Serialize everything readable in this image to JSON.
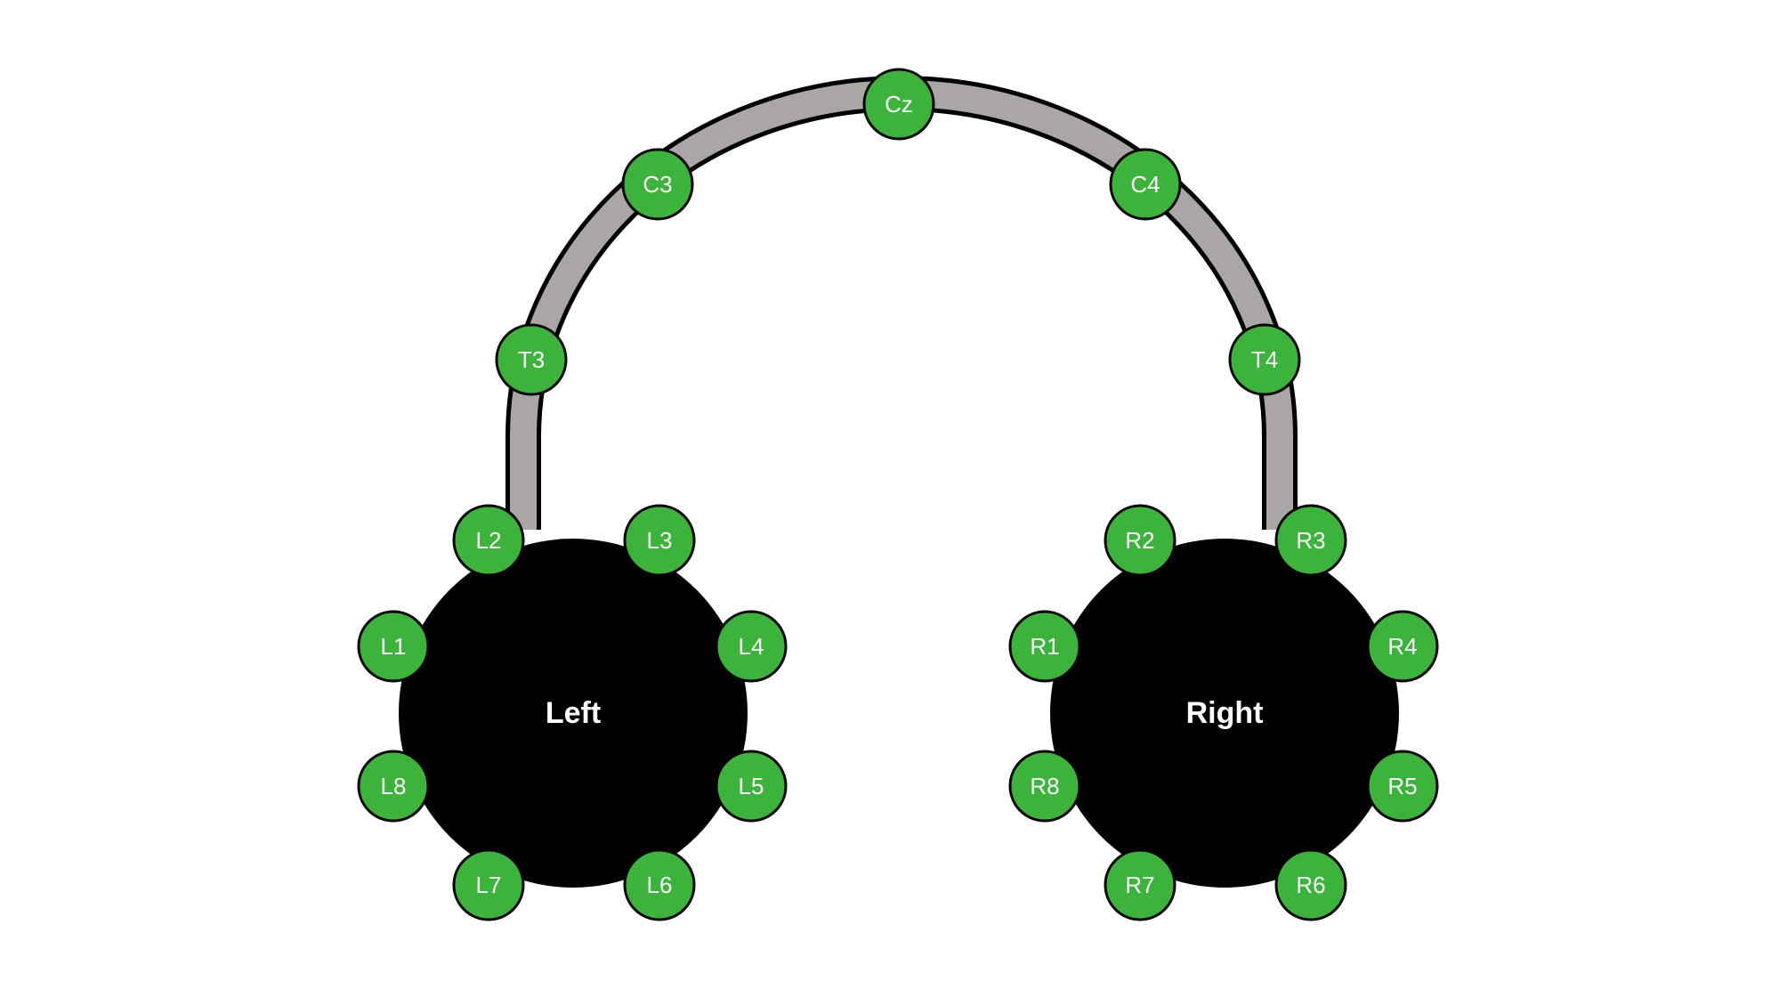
{
  "colors": {
    "background": "#ffffff",
    "band_fill": "#aaa6a6",
    "band_stroke": "#000000",
    "cup_fill": "#000000",
    "electrode_fill": "#3cb43c",
    "electrode_stroke": "#000000",
    "text": "#ffffff"
  },
  "cups": {
    "left": {
      "label": "Left"
    },
    "right": {
      "label": "Right"
    }
  },
  "headband_electrodes": {
    "cz": "Cz",
    "c3": "C3",
    "c4": "C4",
    "t3": "T3",
    "t4": "T4"
  },
  "left_electrodes": {
    "l1": "L1",
    "l2": "L2",
    "l3": "L3",
    "l4": "L4",
    "l5": "L5",
    "l6": "L6",
    "l7": "L7",
    "l8": "L8"
  },
  "right_electrodes": {
    "r1": "R1",
    "r2": "R2",
    "r3": "R3",
    "r4": "R4",
    "r5": "R5",
    "r6": "R6",
    "r7": "R7",
    "r8": "R8"
  }
}
